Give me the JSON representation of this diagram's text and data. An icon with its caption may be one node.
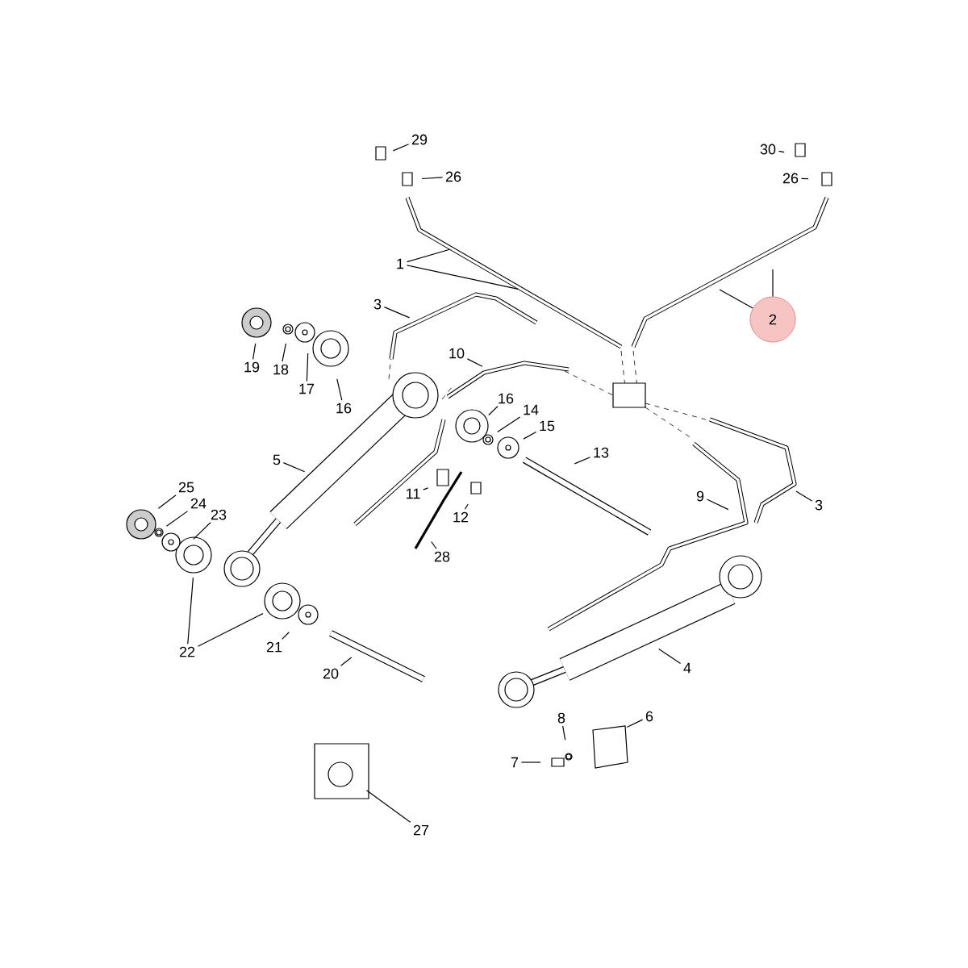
{
  "diagram": {
    "nodes": [
      {
        "text": [
          "29"
        ]
      },
      {
        "text": [
          "26"
        ]
      },
      {
        "text": [
          "30"
        ]
      },
      {
        "text": [
          "26"
        ]
      },
      {
        "text": [
          "1"
        ]
      },
      {
        "text": [
          "2"
        ]
      },
      {
        "text": [
          "3"
        ]
      },
      {
        "text": [
          "19"
        ]
      },
      {
        "text": [
          "18"
        ]
      },
      {
        "text": [
          "17"
        ]
      },
      {
        "text": [
          "16"
        ]
      },
      {
        "text": [
          "10"
        ]
      },
      {
        "text": [
          "16"
        ]
      },
      {
        "text": [
          "14"
        ]
      },
      {
        "text": [
          "15"
        ]
      },
      {
        "text": [
          "5"
        ]
      },
      {
        "text": [
          "13"
        ]
      },
      {
        "text": [
          "11"
        ]
      },
      {
        "text": [
          "12"
        ]
      },
      {
        "text": [
          "28"
        ]
      },
      {
        "text": [
          "9"
        ]
      },
      {
        "text": [
          "3"
        ]
      },
      {
        "text": [
          "25"
        ]
      },
      {
        "text": [
          "24"
        ]
      },
      {
        "text": [
          "23"
        ]
      },
      {
        "text": [
          "22"
        ]
      },
      {
        "text": [
          "21"
        ]
      },
      {
        "text": [
          "20"
        ]
      },
      {
        "text": [
          "4"
        ]
      },
      {
        "text": [
          "8"
        ]
      },
      {
        "text": [
          "6"
        ]
      },
      {
        "text": [
          "7"
        ]
      },
      {
        "text": [
          "27"
        ]
      }
    ],
    "edges": [
      {
        "from": 0,
        "to": null,
        "arrow": "none"
      },
      {
        "from": 1,
        "to": null,
        "arrow": "none"
      },
      {
        "from": 2,
        "to": null,
        "arrow": "none"
      },
      {
        "from": 3,
        "to": null,
        "arrow": "none"
      },
      {
        "from": 4,
        "to": null,
        "arrow": "none"
      },
      {
        "from": 4,
        "to": null,
        "arrow": "none"
      },
      {
        "from": 5,
        "to": null,
        "arrow": "none"
      },
      {
        "from": 5,
        "to": null,
        "arrow": "none"
      },
      {
        "from": 6,
        "to": null,
        "arrow": "none"
      },
      {
        "from": 7,
        "to": null,
        "arrow": "none"
      },
      {
        "from": 8,
        "to": null,
        "arrow": "none"
      },
      {
        "from": 9,
        "to": null,
        "arrow": "none"
      },
      {
        "from": 10,
        "to": null,
        "arrow": "none"
      },
      {
        "from": 11,
        "to": null,
        "arrow": "none"
      },
      {
        "from": 12,
        "to": null,
        "arrow": "none"
      },
      {
        "from": 13,
        "to": null,
        "arrow": "none"
      },
      {
        "from": 14,
        "to": null,
        "arrow": "none"
      },
      {
        "from": 15,
        "to": null,
        "arrow": "none"
      },
      {
        "from": 16,
        "to": null,
        "arrow": "none"
      },
      {
        "from": 17,
        "to": null,
        "arrow": "none"
      },
      {
        "from": 18,
        "to": null,
        "arrow": "none"
      },
      {
        "from": 19,
        "to": null,
        "arrow": "none"
      },
      {
        "from": 20,
        "to": null,
        "arrow": "none"
      },
      {
        "from": 21,
        "to": null,
        "arrow": "none"
      },
      {
        "from": 22,
        "to": null,
        "arrow": "none"
      },
      {
        "from": 23,
        "to": null,
        "arrow": "none"
      },
      {
        "from": 24,
        "to": null,
        "arrow": "none"
      },
      {
        "from": 25,
        "to": null,
        "arrow": "none"
      },
      {
        "from": 25,
        "to": null,
        "arrow": "none"
      },
      {
        "from": 26,
        "to": null,
        "arrow": "none"
      },
      {
        "from": 27,
        "to": null,
        "arrow": "none"
      },
      {
        "from": 28,
        "to": null,
        "arrow": "none"
      },
      {
        "from": 29,
        "to": null,
        "arrow": "none"
      },
      {
        "from": 30,
        "to": null,
        "arrow": "none"
      },
      {
        "from": 31,
        "to": null,
        "arrow": "none"
      },
      {
        "from": 32,
        "to": null,
        "arrow": "none"
      }
    ]
  }
}
